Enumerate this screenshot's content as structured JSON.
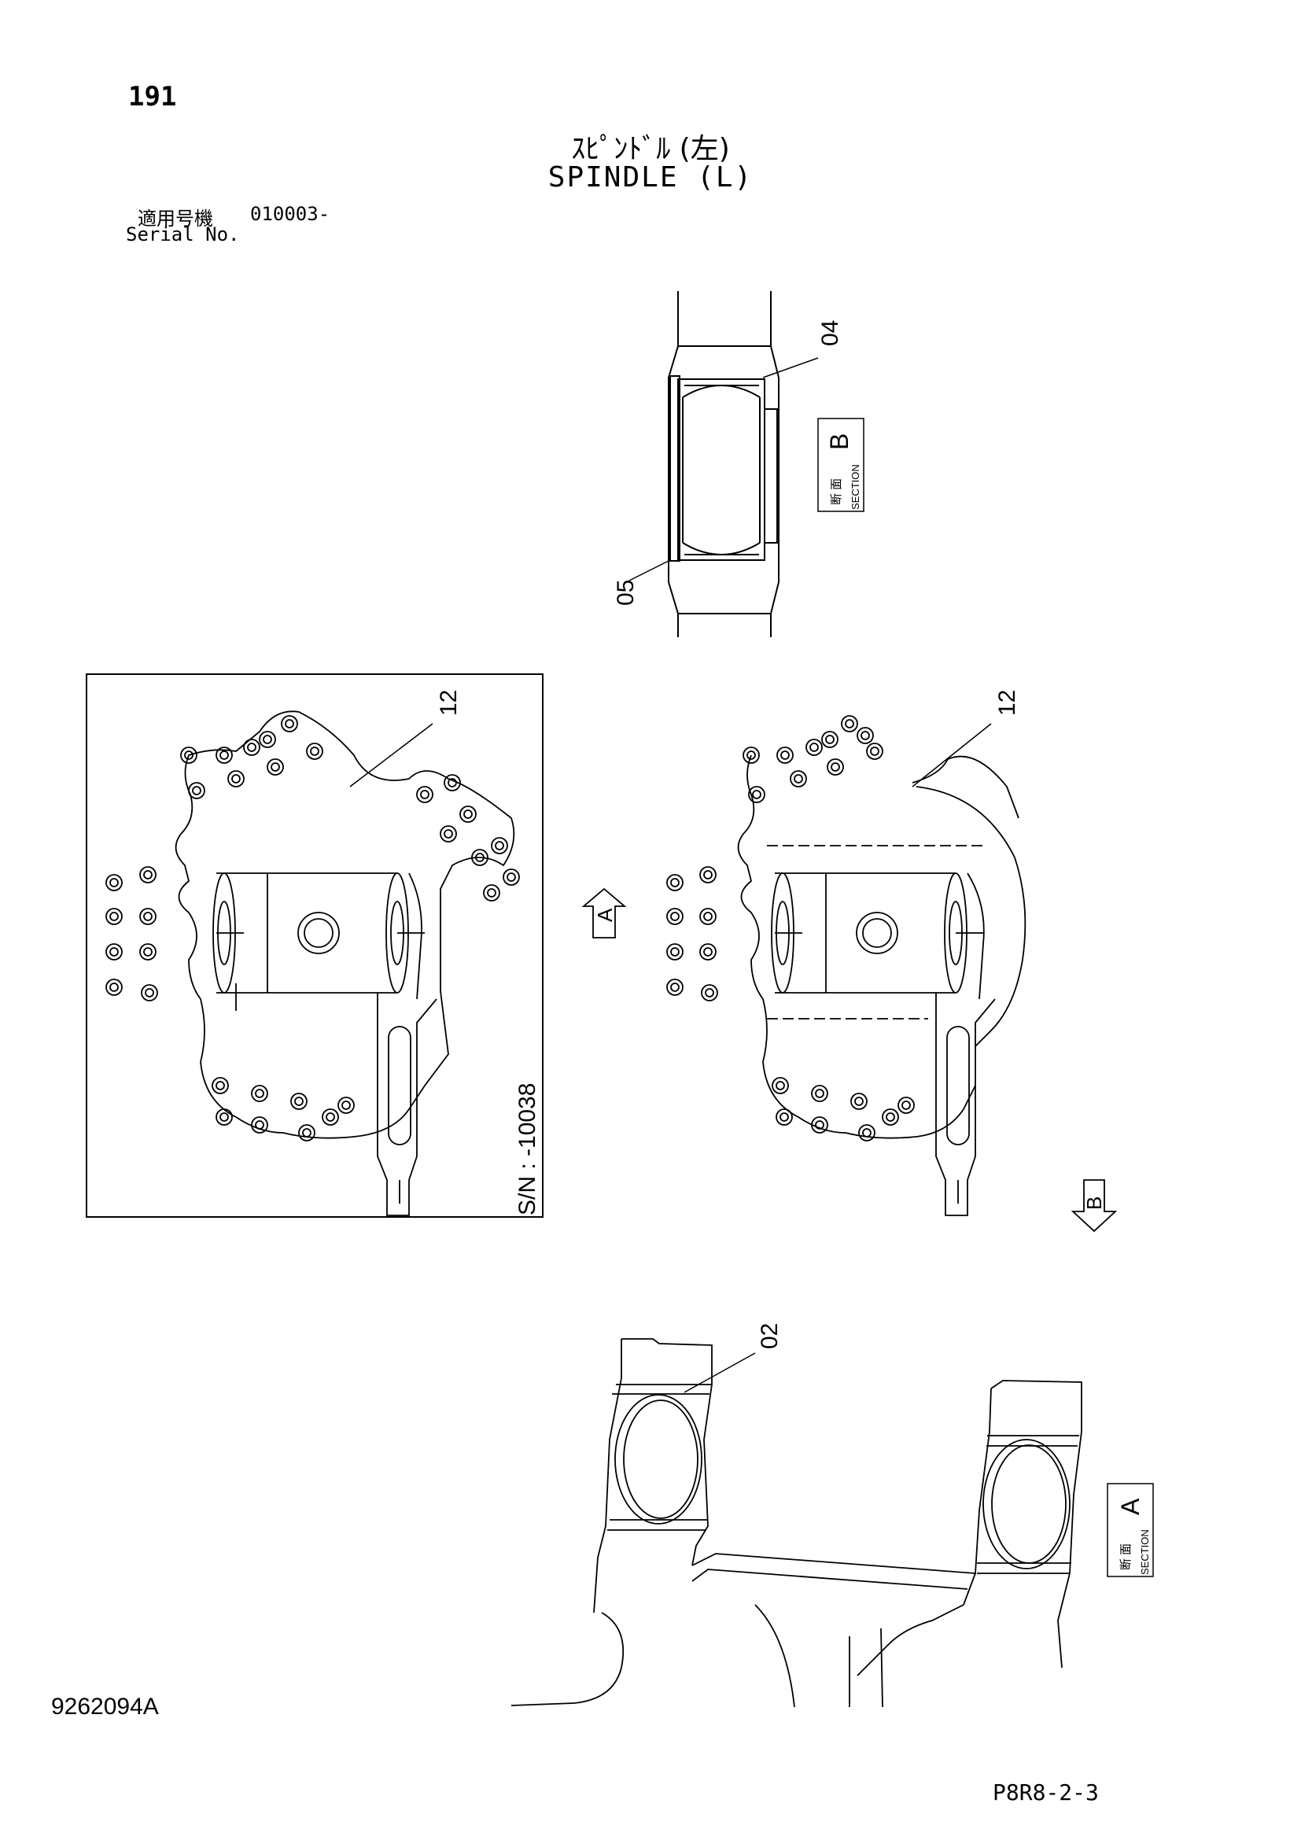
{
  "header": {
    "page_number": "191",
    "title_jp": "ｽﾋﾟﾝﾄﾞﾙ (左)",
    "title_en": "SPINDLE (L)",
    "serial_label_jp": "適用号機",
    "serial_value": "010003-",
    "serial_label_en": "Serial No."
  },
  "callouts": {
    "part_04": "04",
    "part_05": "05",
    "part_12_left": "12",
    "part_12_right": "12",
    "part_02": "02"
  },
  "section_b": {
    "letter": "B",
    "kanji": "断 面",
    "word": "SECTION"
  },
  "section_a": {
    "letter": "A",
    "kanji": "断 面",
    "word": "SECTION"
  },
  "view_arrows": {
    "a": "A",
    "b": "B"
  },
  "inset": {
    "serial_note": "S/N : -10038"
  },
  "footer": {
    "doc_id": "9262094A",
    "page_code": "P8R8-2-3"
  }
}
